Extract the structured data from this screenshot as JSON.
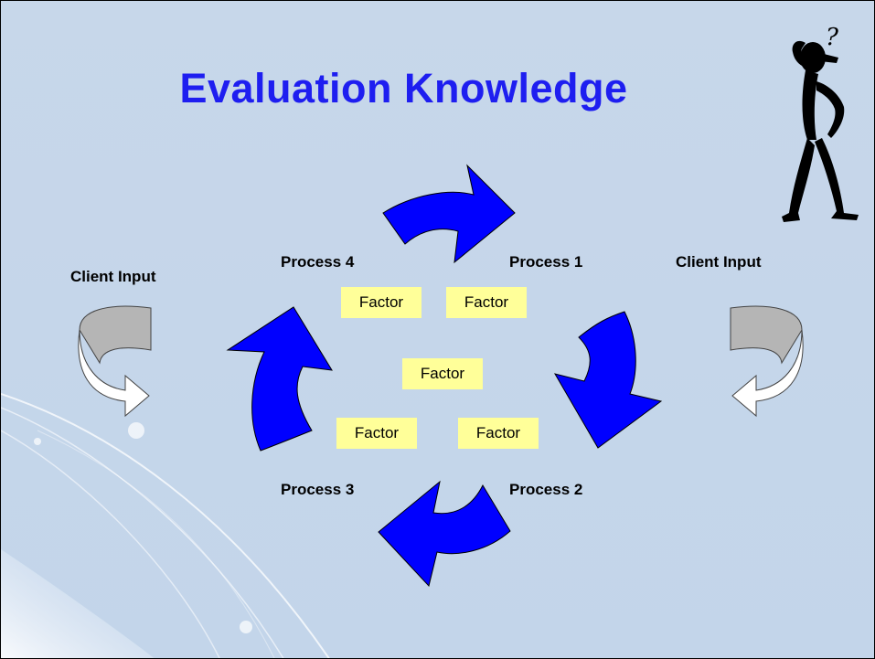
{
  "slide": {
    "title": "Evaluation Knowledge",
    "colors": {
      "title": "#1e1ef0",
      "cycle_arrow": "#0000ff",
      "factor_box": "#ffff99",
      "background": "#c5d6ea"
    },
    "processes": [
      {
        "id": "process-1",
        "label": "Process 1"
      },
      {
        "id": "process-2",
        "label": "Process 2"
      },
      {
        "id": "process-3",
        "label": "Process 3"
      },
      {
        "id": "process-4",
        "label": "Process 4"
      }
    ],
    "client_inputs": [
      {
        "id": "left",
        "label": "Client Input"
      },
      {
        "id": "right",
        "label": "Client Input"
      }
    ],
    "factors": [
      "Factor",
      "Factor",
      "Factor",
      "Factor",
      "Factor"
    ],
    "icons": [
      "thinking-person-icon",
      "question-mark-icon",
      "curved-arrow-icon"
    ]
  }
}
